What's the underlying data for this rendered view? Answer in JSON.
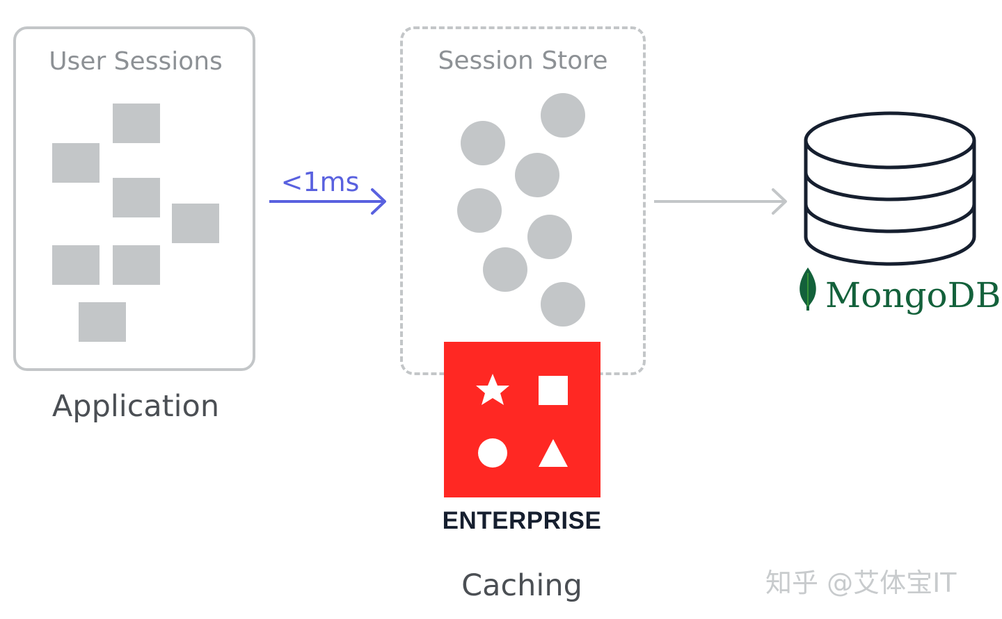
{
  "application": {
    "title": "User Sessions",
    "label": "Application"
  },
  "arrow_app_to_store": {
    "label": "<1ms",
    "color": "#5961df"
  },
  "session_store": {
    "title": "Session Store",
    "product_label": "ENTERPRISE",
    "logo_color": "#ff2823",
    "logo_icons": [
      "star-icon",
      "square-icon",
      "circle-icon",
      "triangle-icon"
    ],
    "label": "Caching"
  },
  "database": {
    "name": "MongoDB",
    "registered_mark": ".",
    "brand_color": "#13613b",
    "icon": "database-cylinder-icon",
    "leaf_icon": "mongodb-leaf-icon"
  },
  "watermark": "知乎 @艾体宝IT",
  "colors": {
    "neutral": "#c3c6c8",
    "text_muted": "#8d9195",
    "text_dark": "#4b4f54"
  }
}
